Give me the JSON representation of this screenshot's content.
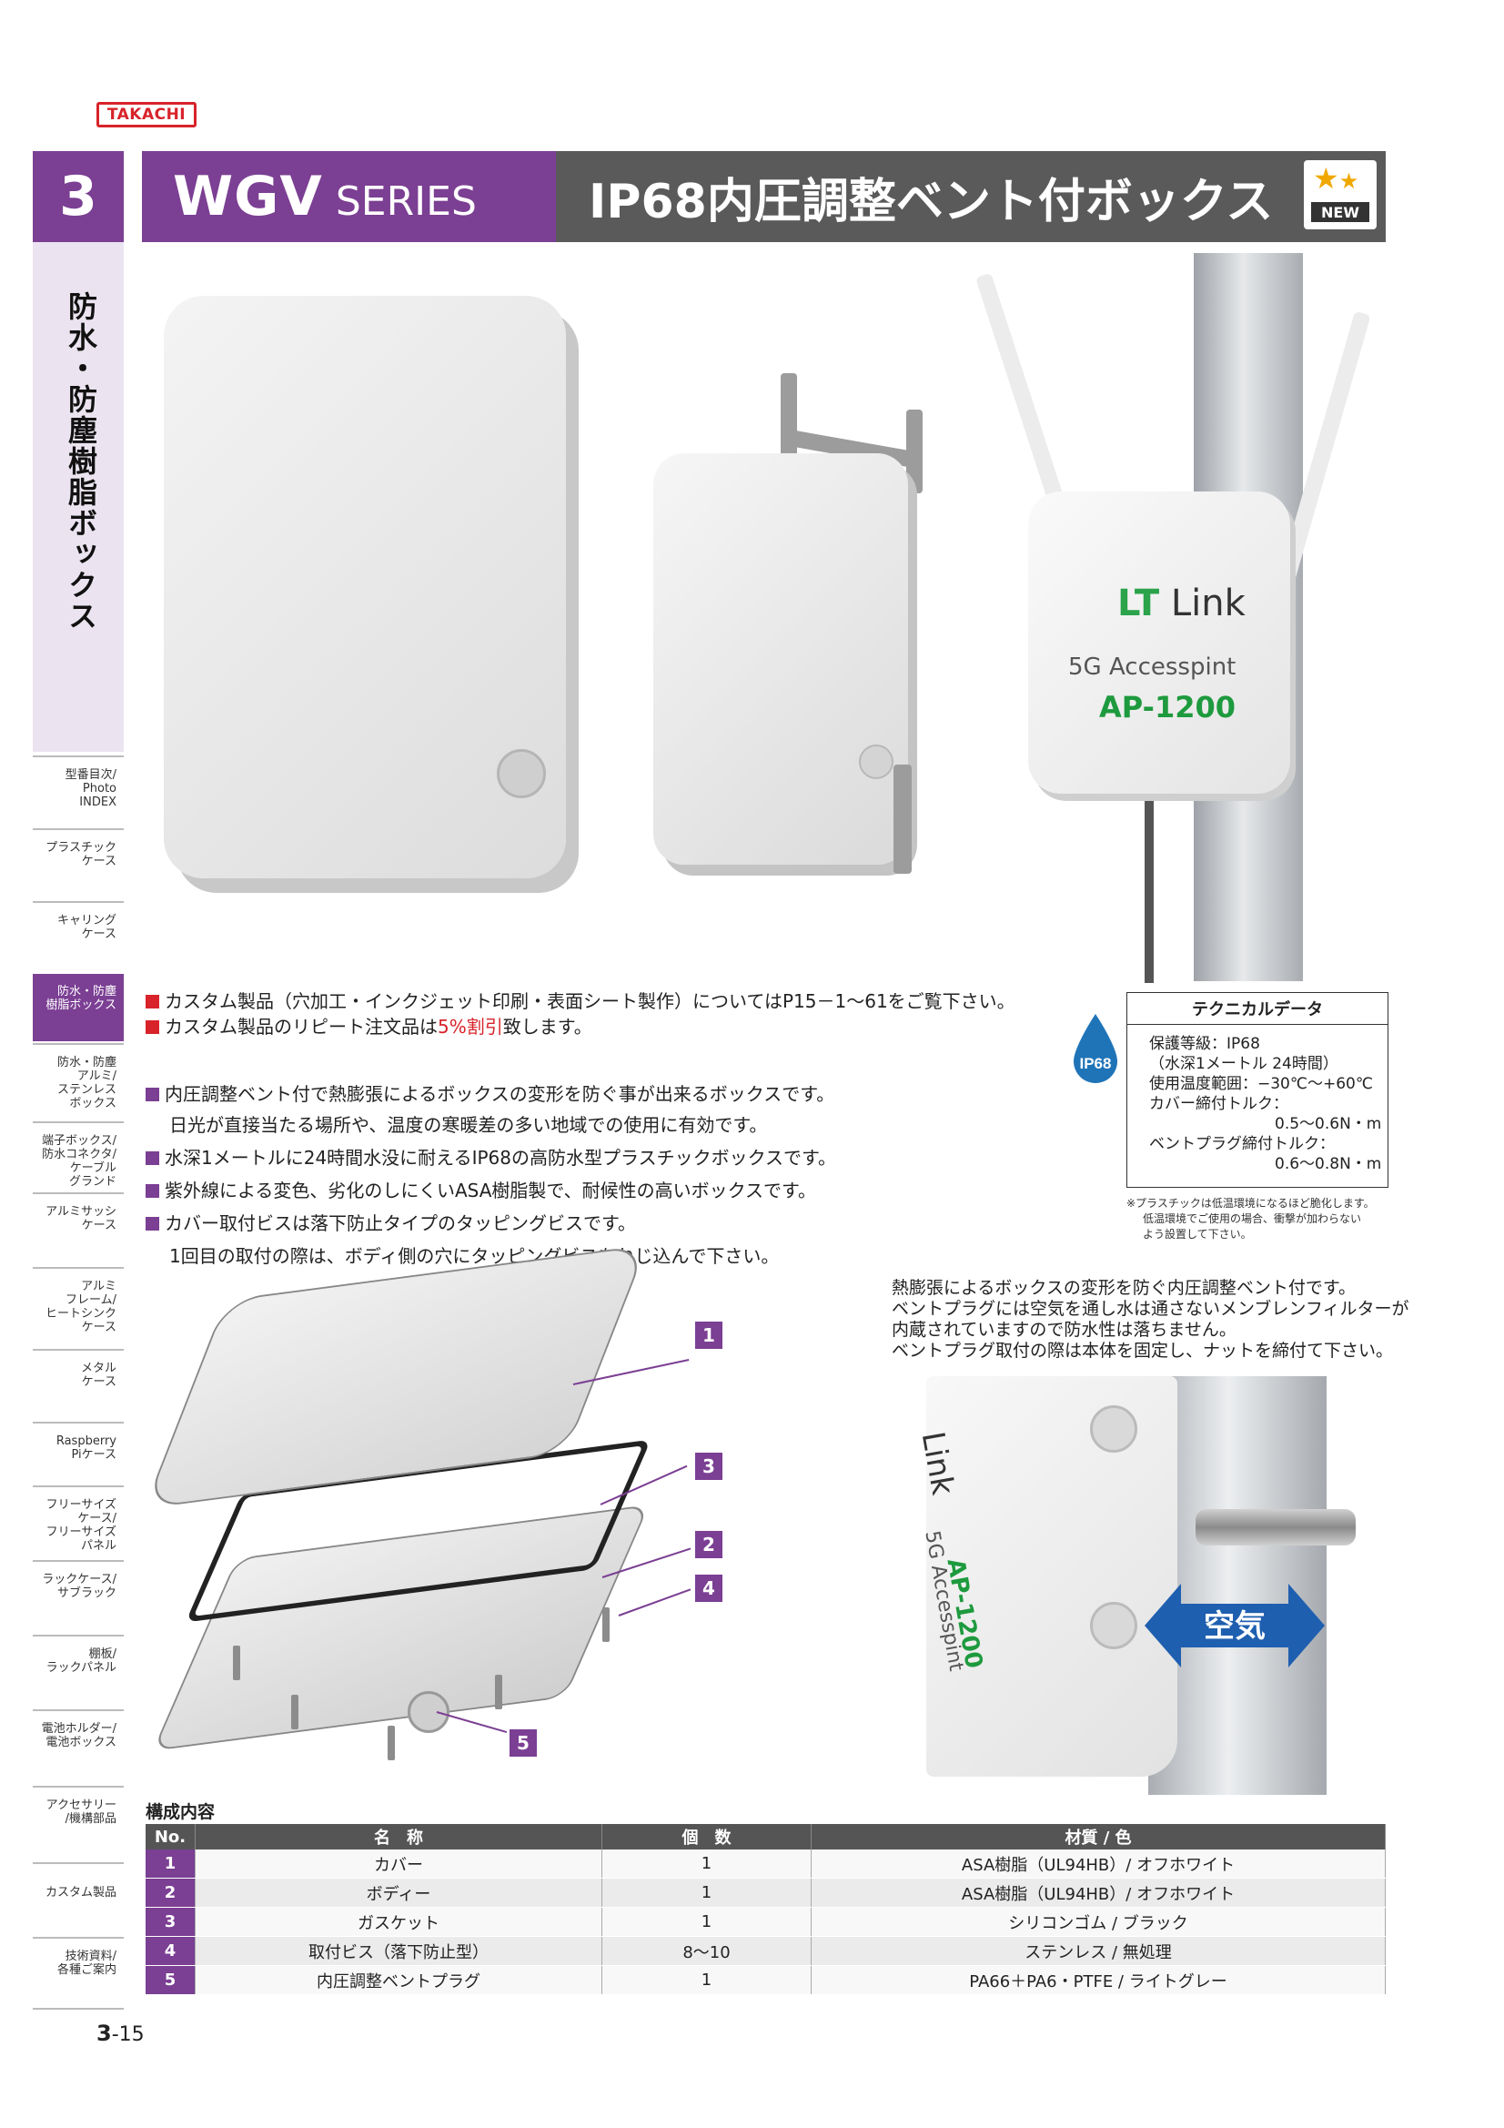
{
  "logo": "TAKACHI",
  "header": {
    "chapter_number": "3",
    "series_bold": "WGV",
    "series_rest": "SERIES",
    "title": "IP68内圧調整ベント付ボックス",
    "new_badge": "NEW"
  },
  "sidebar": {
    "vertical_title": "防水・防塵樹脂ボックス",
    "nav": [
      {
        "label": "型番目次/\nPhoto\nINDEX"
      },
      {
        "label": "プラスチック\nケース"
      },
      {
        "label": "キャリング\nケース"
      },
      {
        "label": "防水・防塵\n樹脂ボックス"
      },
      {
        "label": "防水・防塵\nアルミ/\nステンレス\nボックス"
      },
      {
        "label": "端子ボックス/\n防水コネクタ/\nケーブル\nグランド"
      },
      {
        "label": "アルミサッシ\nケース"
      },
      {
        "label": "アルミ\nフレーム/\nヒートシンク\nケース"
      },
      {
        "label": "メタル\nケース"
      },
      {
        "label": "Raspberry\nPiケース"
      },
      {
        "label": "フリーサイズ\nケース/\nフリーサイズ\nパネル"
      },
      {
        "label": "ラックケース/\nサブラック"
      },
      {
        "label": "棚板/\nラックパネル"
      },
      {
        "label": "電池ホルダー/\n電池ボックス"
      },
      {
        "label": "アクセサリー\n/機構部品"
      },
      {
        "label": "カスタム製品"
      },
      {
        "label": "技術資料/\n各種ご案内"
      }
    ]
  },
  "product_label": {
    "brand": "Link",
    "line1": "5G Accesspint",
    "line2": "AP-1200"
  },
  "notes_red": [
    {
      "text": "カスタム製品（穴加工・インクジェット印刷・表面シート製作）についてはP15－1～61をご覧下さい。"
    },
    {
      "pre": "カスタム製品のリピート注文品は",
      "red": "5%割引",
      "post": "致します。"
    }
  ],
  "features": [
    "内圧調整ベント付で熱膨張によるボックスの変形を防ぐ事が出来るボックスです。",
    "日光が直接当たる場所や、温度の寒暖差の多い地域での使用に有効です。",
    "水深1メートルに24時間水没に耐えるIP68の高防水型プラスチックボックスです。",
    "紫外線による変色、劣化のしにくいASA樹脂製で、耐候性の高いボックスです。",
    "カバー取付ビスは落下防止タイプのタッピングビスです。",
    "1回目の取付の際は、ボディ側の穴にタッピングビスをねじ込んで下さい。"
  ],
  "ip_badge": "IP68",
  "tech": {
    "header": "テクニカルデータ",
    "lines": [
      "保護等級：IP68",
      "（水深1メートル 24時間）",
      "使用温度範囲：−30℃～+60℃",
      "カバー締付トルク：",
      "0.5～0.6N・m",
      "ベントプラグ締付トルク：",
      "0.6～0.8N・m"
    ],
    "note": [
      "※プラスチックは低温環境になるほど脆化します。",
      "低温環境でご使用の場合、衝撃が加わらない",
      "よう設置して下さい。"
    ]
  },
  "vent_text": [
    "熱膨張によるボックスの変形を防ぐ内圧調整ベント付です。",
    "ベントプラグには空気を通し水は通さないメンブレンフィルターが",
    "内蔵されていますので防水性は落ちません。",
    "ベントプラグ取付の際は本体を固定し、ナットを締付て下さい。"
  ],
  "air_label": "空気",
  "diagram_numbers": [
    "1",
    "3",
    "2",
    "4",
    "5"
  ],
  "parts_table": {
    "title": "構成内容",
    "headers": [
      "No.",
      "名　称",
      "個　数",
      "材質 / 色"
    ],
    "rows": [
      [
        "1",
        "カバー",
        "1",
        "ASA樹脂（UL94HB）/ オフホワイト"
      ],
      [
        "2",
        "ボディー",
        "1",
        "ASA樹脂（UL94HB）/ オフホワイト"
      ],
      [
        "3",
        "ガスケット",
        "1",
        "シリコンゴム / ブラック"
      ],
      [
        "4",
        "取付ビス（落下防止型）",
        "8～10",
        "ステンレス / 無処理"
      ],
      [
        "5",
        "内圧調整ベントプラグ",
        "1",
        "PA66＋PA6・PTFE / ライトグレー"
      ]
    ]
  },
  "page": {
    "chapter": "3",
    "number": "-15"
  },
  "colors": {
    "accent": "#7b3f93",
    "red": "#d8232a",
    "title_bg": "#5a5a5a"
  }
}
